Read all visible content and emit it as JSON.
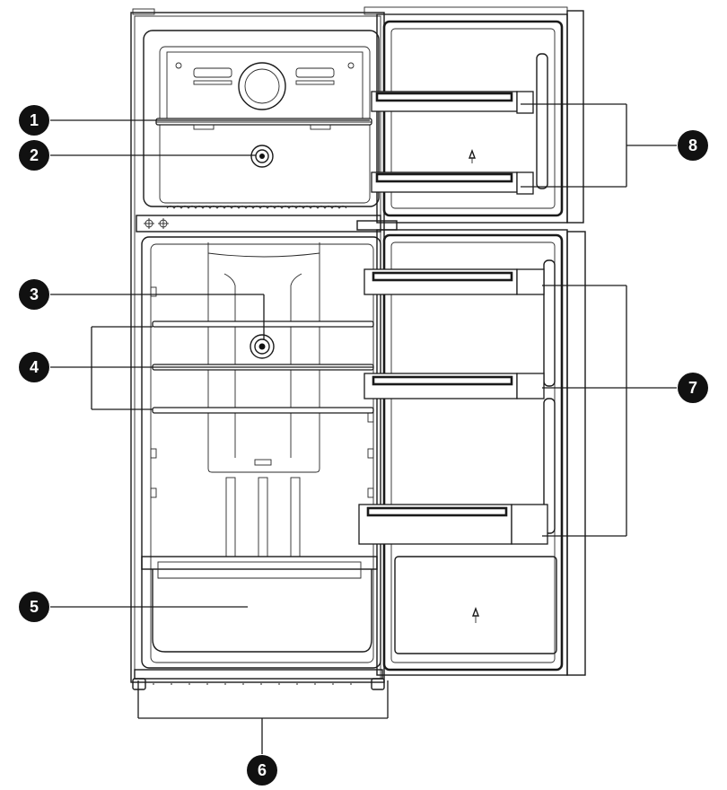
{
  "callouts": [
    {
      "id": 1,
      "label": "1"
    },
    {
      "id": 2,
      "label": "2"
    },
    {
      "id": 3,
      "label": "3"
    },
    {
      "id": 4,
      "label": "4"
    },
    {
      "id": 5,
      "label": "5"
    },
    {
      "id": 6,
      "label": "6"
    },
    {
      "id": 7,
      "label": "7"
    },
    {
      "id": 8,
      "label": "8"
    }
  ],
  "colors": {
    "line": "#1a1a1a",
    "marker": "#111111",
    "marker_text": "#ffffff"
  }
}
